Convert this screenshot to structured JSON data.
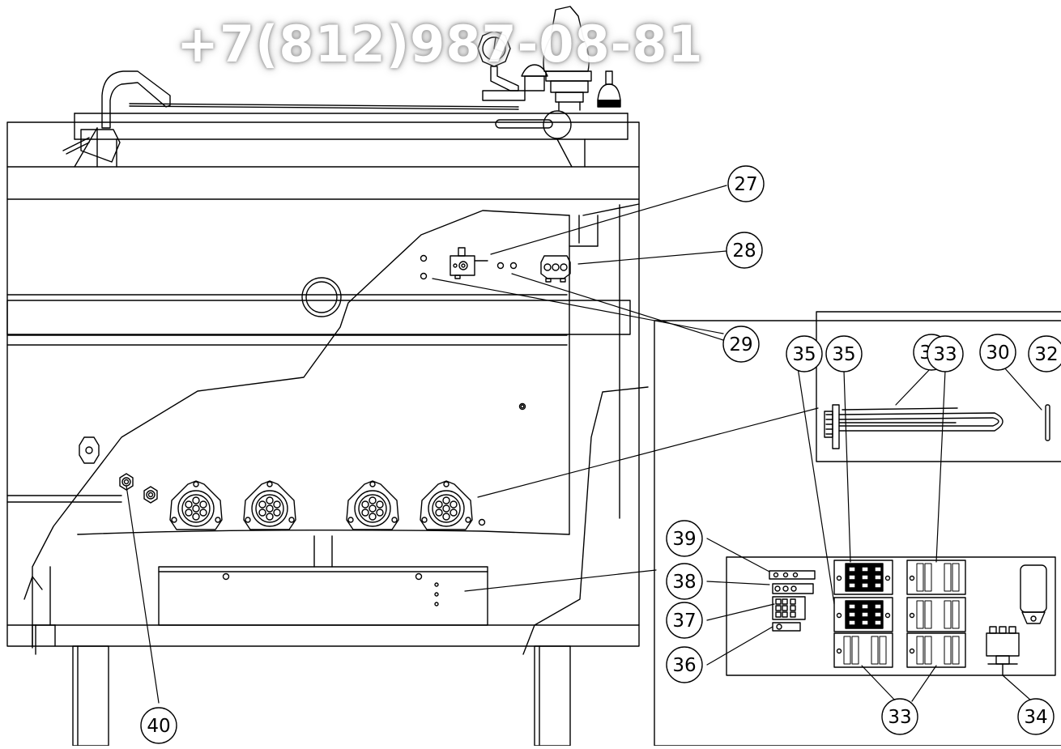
{
  "watermark": {
    "phone": "+7(812)987-08-81"
  },
  "callouts": [
    {
      "label": "27"
    },
    {
      "label": "28"
    },
    {
      "label": "29"
    },
    {
      "label": "31"
    },
    {
      "label": "30"
    },
    {
      "label": "35"
    },
    {
      "label": "35"
    },
    {
      "label": "33"
    },
    {
      "label": "32"
    },
    {
      "label": "39"
    },
    {
      "label": "38"
    },
    {
      "label": "37"
    },
    {
      "label": "36"
    },
    {
      "label": "33"
    },
    {
      "label": "34"
    },
    {
      "label": "40"
    }
  ],
  "colors": {
    "line": "#000000",
    "background": "#ffffff",
    "watermark_shadow": "#9a9a9a"
  },
  "icons": [
    "pressure-gauge-icon",
    "safety-valve-icon",
    "water-tap-icon",
    "heating-element-icon",
    "terminal-block-icon",
    "capacitor-icon"
  ]
}
